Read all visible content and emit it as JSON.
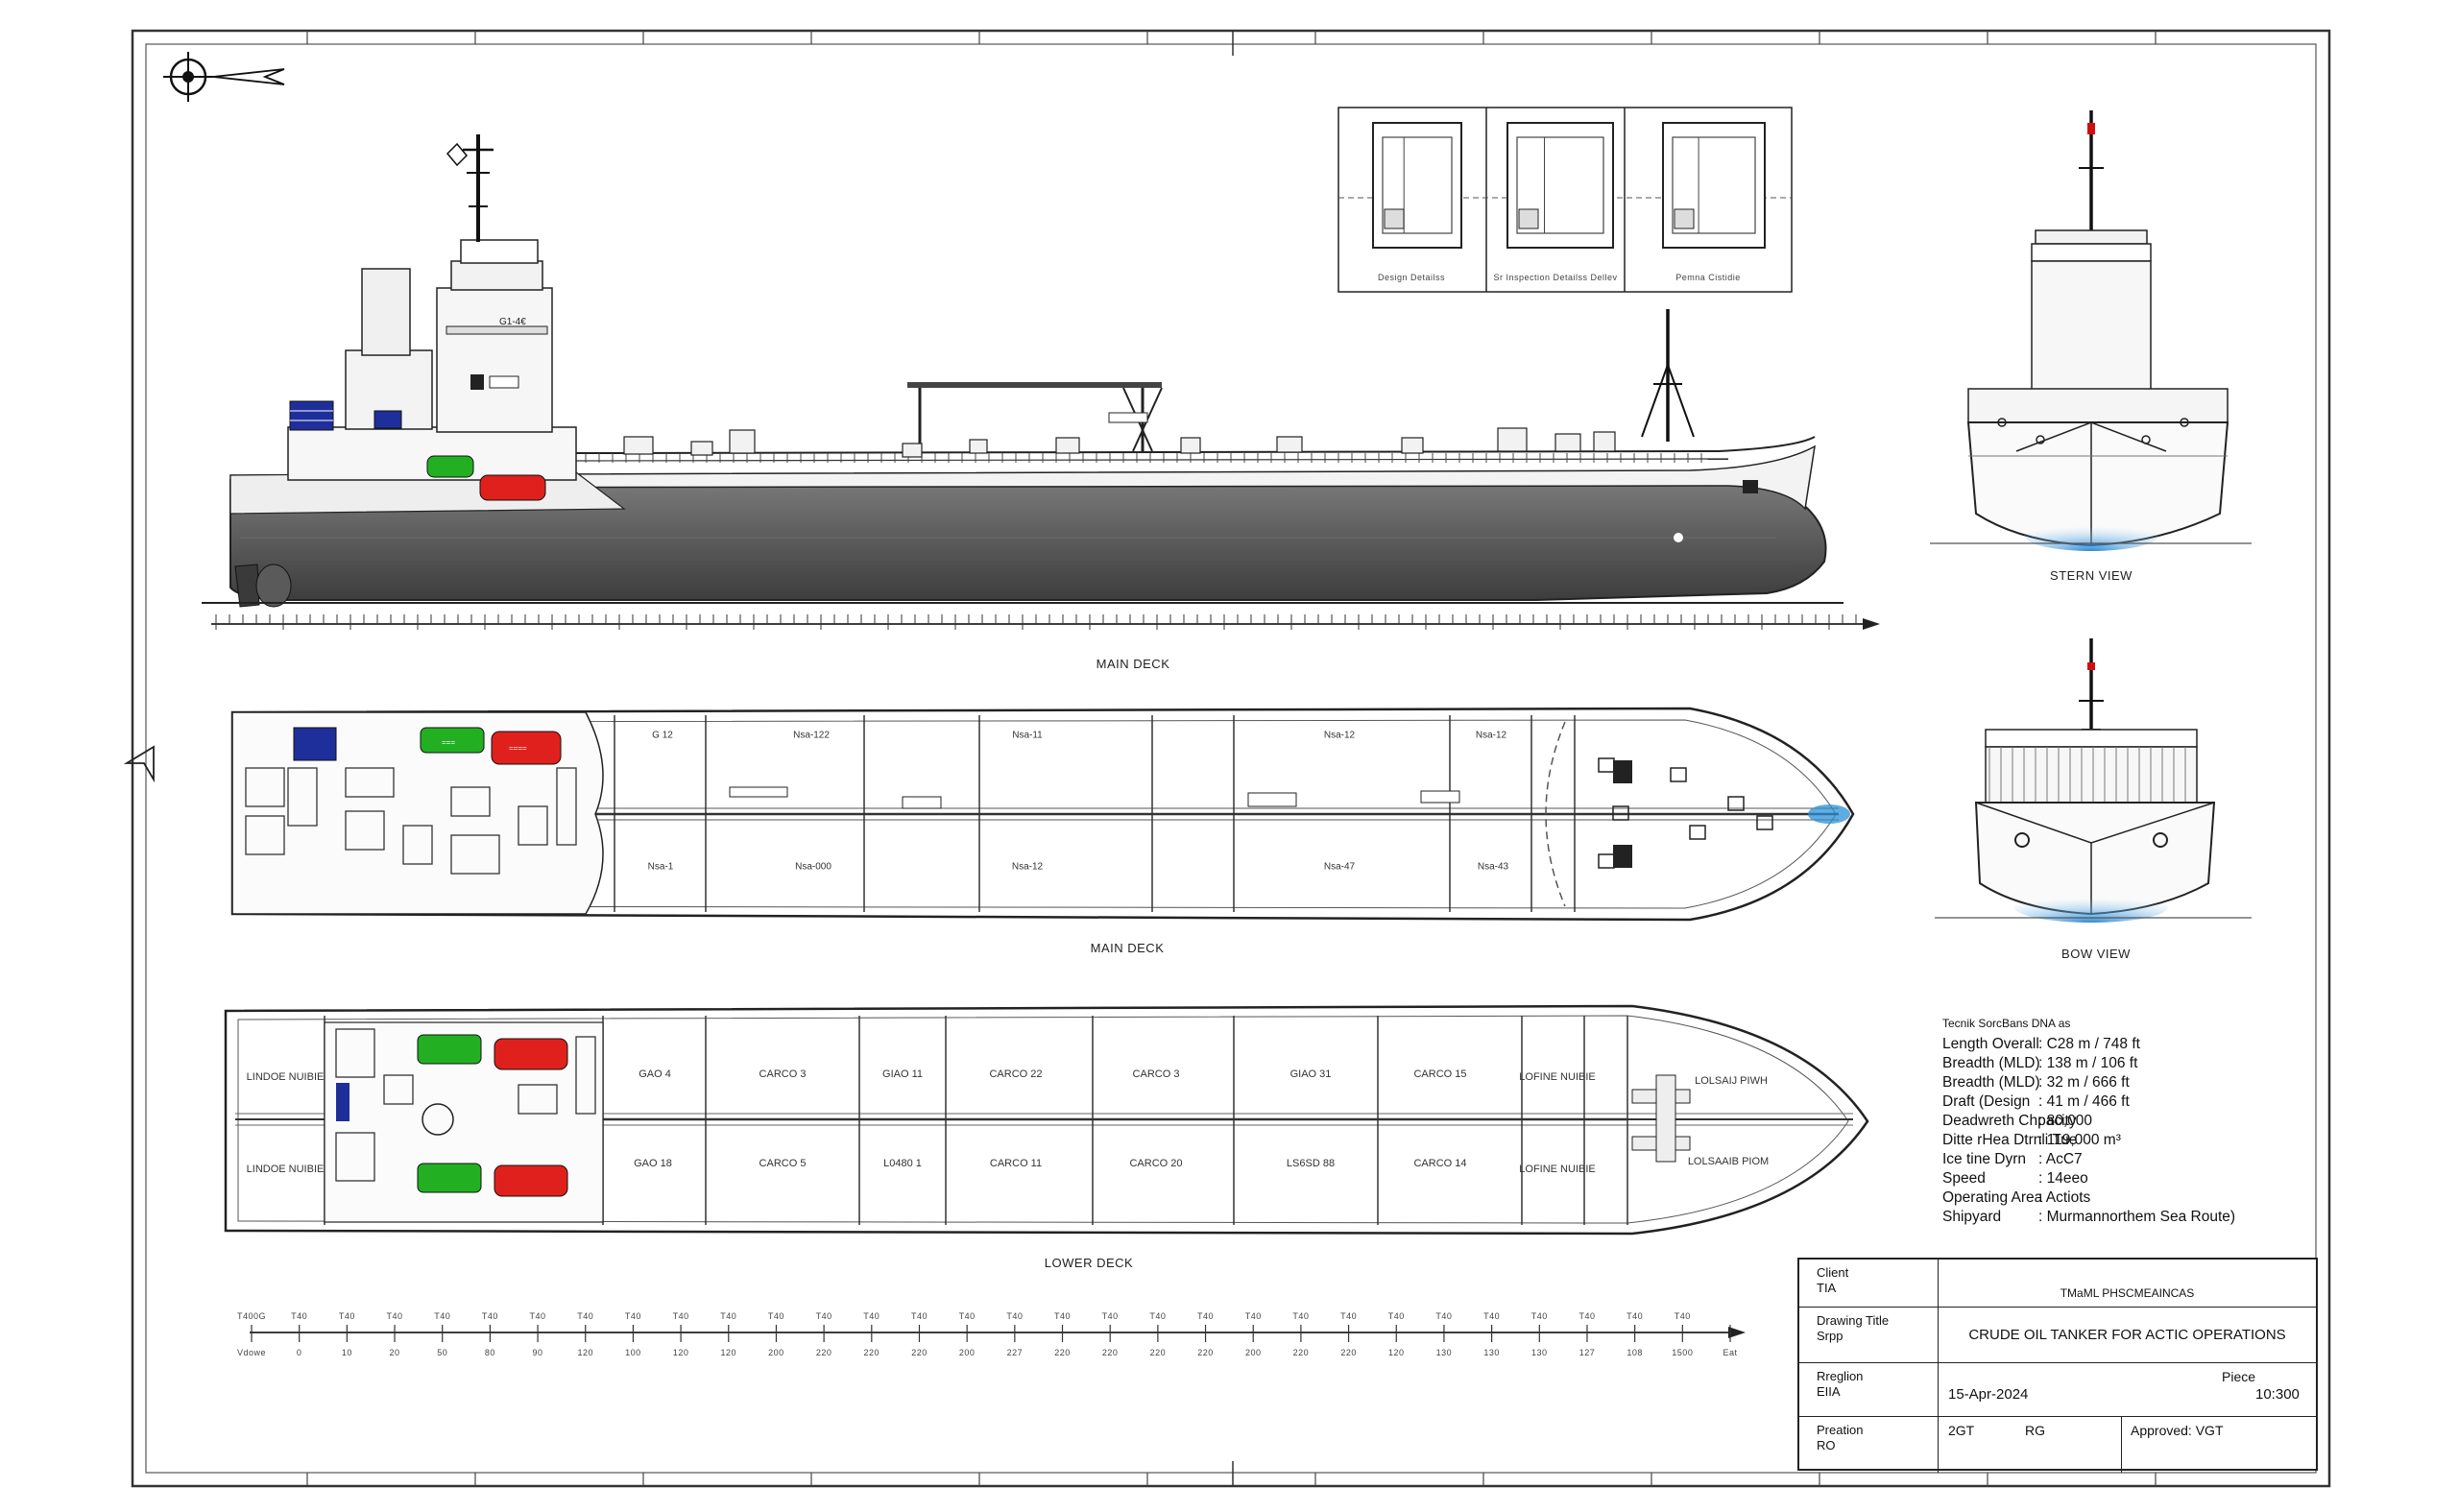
{
  "views": {
    "profile_label": "MAIN DECK",
    "main_deck_label": "MAIN DECK",
    "lower_deck_label": "LOWER DECK",
    "stern_label": "STERN VIEW",
    "bow_label": "BOW VIEW"
  },
  "detail_plans": [
    "Design Detailss",
    "Sr Inspection Detailss Dellev",
    "Pemna Cistidie"
  ],
  "main_deck_tanks": {
    "upper": [
      "G 12",
      "Nsa-122",
      "Nsa-11",
      "Nsa-12",
      "Nsa-12"
    ],
    "lower": [
      "Nsa-1",
      "Nsa-000",
      "Nsa-12",
      "Nsa-47",
      "Nsa-43"
    ]
  },
  "lower_deck_holds": {
    "upper": [
      "GAO 4",
      "CARCO 3",
      "GIAO 11",
      "CARCO 22",
      "CARCO 3",
      "GIAO 31",
      "CARCO 15"
    ],
    "lower": [
      "GAO 18",
      "CARCO 5",
      "L0480 1",
      "CARCO 11",
      "CARCO 20",
      "LS6SD 88",
      "CARCO 14"
    ],
    "aft_upper": "LINDOE NUIBIE",
    "aft_lower": "LINDOE NUIBIE",
    "fwd_upper": "LOFINE NUIBIE",
    "fwd_lower": "LOFINE NUIBIE",
    "bow_upper": "LOLSAIJ PIWH",
    "bow_lower": "LOLSAAIB PIOM"
  },
  "scale_bar": {
    "top": [
      "T400G",
      "T40",
      "T40",
      "T40",
      "T40",
      "T40",
      "T40",
      "T40",
      "T40",
      "T40",
      "T40",
      "T40",
      "T40",
      "T40",
      "T40",
      "T40",
      "T40",
      "T40",
      "T40",
      "T40",
      "T40",
      "T40",
      "T40",
      "T40",
      "T40",
      "T40",
      "T40",
      "T40",
      "T40",
      "T40",
      "T40"
    ],
    "bottom": [
      "Vdowe",
      "0",
      "10",
      "20",
      "50",
      "80",
      "90",
      "120",
      "100",
      "120",
      "120",
      "200",
      "220",
      "220",
      "220",
      "200",
      "227",
      "220",
      "220",
      "220",
      "220",
      "200",
      "220",
      "220",
      "120",
      "130",
      "130",
      "130",
      "127",
      "108",
      "1500",
      "Eat"
    ]
  },
  "specs": {
    "title": "Tecnik SorcBans DNA as",
    "rows": [
      {
        "k": "Length Overall",
        "v": ": C28 m / 748 ft"
      },
      {
        "k": "Breadth (MLD)",
        "v": ": 138 m / 106 ft"
      },
      {
        "k": "Breadth (MLD)",
        "v": ": 32 m / 666 ft"
      },
      {
        "k": "Draft (Design",
        "v": ": 41 m / 466 ft"
      },
      {
        "k": "Deadwreth Chpacity",
        "v": ": 80,000"
      },
      {
        "k": "Ditte rHea Dtrnli Tue",
        "v": ": 119,000 m³"
      },
      {
        "k": "Ice tine Dyrn",
        "v": ": AcC7"
      },
      {
        "k": "Speed",
        "v": ": 14eeo"
      },
      {
        "k": "Operating Area",
        "v": ": Actiots"
      },
      {
        "k": "Shipyard",
        "v": ": Murmannorthem Sea Route)"
      }
    ]
  },
  "title_block": {
    "client_label": "Client",
    "client_sub": "TIA",
    "client_value": "TMaML PHSCMEAINCAS",
    "drawing_label": "Drawing Title",
    "drawing_sub": "Srpp",
    "drawing_value": "CRUDE OIL TANKER FOR ACTIC OPERATIONS",
    "region_label": "Rreglion",
    "region_sub": "EIIA",
    "date": "15-Apr-2024",
    "piece_label": "Piece",
    "piece_value": "10:300",
    "preparation_label": "Preation",
    "preparation_sub": "RO",
    "code": "2GT",
    "rg": "RG",
    "approved": "Approved: VGT"
  },
  "colors": {
    "hull": "#5e5e5e",
    "lifeboat_green": "#22b022",
    "lifeboat_red": "#e0201c",
    "container_blue": "#1e2f9c",
    "mast_red": "#d01010",
    "spray_blue": "#2b8fd6"
  }
}
